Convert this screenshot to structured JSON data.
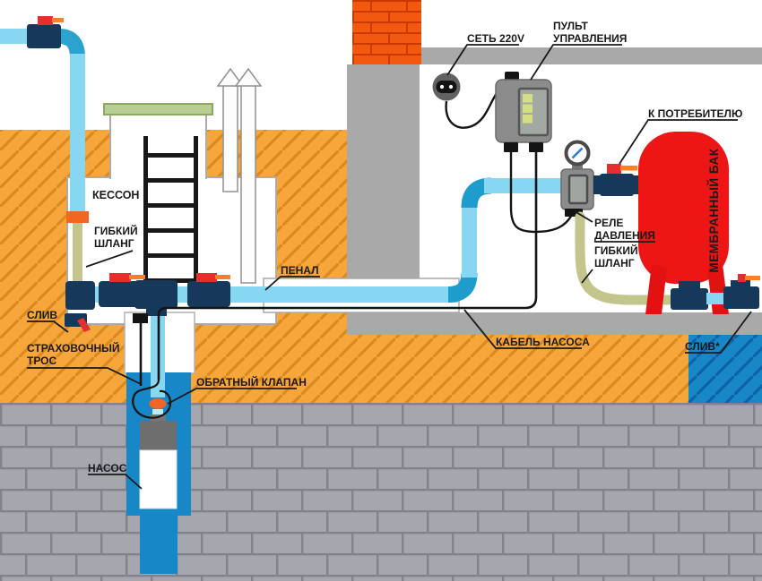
{
  "labels": {
    "kesson": "КЕССОН",
    "flexible_hose_left_1": "ГИБКИЙ",
    "flexible_hose_left_2": "ШЛАНГ",
    "drain_left": "СЛИВ",
    "safety_rope_1": "СТРАХОВОЧНЫЙ",
    "safety_rope_2": "ТРОС",
    "check_valve": "ОБРАТНЫЙ КЛАПАН",
    "pump": "НАСОС",
    "conduit": "ПЕНАЛ",
    "pump_cable": "КАБЕЛЬ НАСОСА",
    "mains": "СЕТЬ 220V",
    "control_panel_1": "ПУЛЬТ",
    "control_panel_2": "УПРАВЛЕНИЯ",
    "to_consumer": "К ПОТРЕБИТЕЛЮ",
    "pressure_switch_1": "РЕЛЕ",
    "pressure_switch_2": "ДАВЛЕНИЯ",
    "flexible_hose_right_1": "ГИБКИЙ",
    "flexible_hose_right_2": "ШЛАНГ",
    "membrane_tank": "МЕМБРАННЫЙ БАК",
    "drain_right": "СЛИВ*"
  },
  "colors": {
    "water_pipe": "#87D7F2",
    "pipe_elbow": "#1E9CCB",
    "valve_body": "#16395B",
    "valve_handle_red": "#E62E2E",
    "valve_handle_orange": "#FF7F27",
    "ground_orange": "#F7A63B",
    "ground_hatch": "#DB8A1F",
    "masonry_gray": "#A6A6AE",
    "masonry_joint": "#82828C",
    "chimney_orange": "#F2590F",
    "well_blue": "#1787C8",
    "drain_zone_blue": "#1787C8",
    "tank_red": "#EE1515",
    "tank_text_red": "#A00000",
    "hose_olive": "#C2C68C",
    "fitting_orange": "#F26522",
    "lid_green": "#B8CE93",
    "structure_gray": "#A9A9A9",
    "led_green": "#D6DE85"
  },
  "icons": {
    "power_socket": "power-socket-icon",
    "pressure_gauge": "pressure-gauge-icon",
    "vent_arrows": "vent-arrow-icons"
  }
}
